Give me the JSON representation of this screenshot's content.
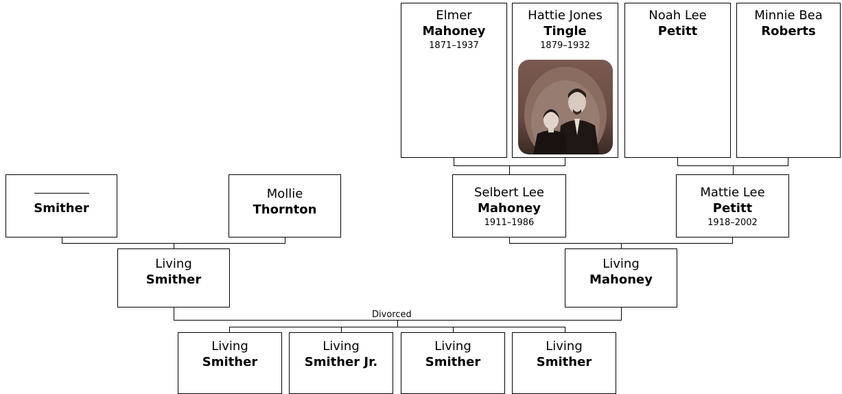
{
  "people": {
    "elmer": {
      "given": "Elmer",
      "surname": "Mahoney",
      "dates": "1871–1937"
    },
    "hattie": {
      "given": "Hattie Jones",
      "surname": "Tingle",
      "dates": "1879–1932"
    },
    "noah": {
      "given": "Noah Lee",
      "surname": "Petitt"
    },
    "minnie": {
      "given": "Minnie Bea",
      "surname": "Roberts"
    },
    "smither_gf": {
      "given": "",
      "surname": "Smither"
    },
    "mollie": {
      "given": "Mollie",
      "surname": "Thornton"
    },
    "selbert": {
      "given": "Selbert Lee",
      "surname": "Mahoney",
      "dates": "1911–1986"
    },
    "mattie": {
      "given": "Mattie Lee",
      "surname": "Petitt",
      "dates": "1918–2002"
    },
    "father": {
      "given": "Living",
      "surname": "Smither"
    },
    "mother": {
      "given": "Living",
      "surname": "Mahoney"
    },
    "child1": {
      "given": "Living",
      "surname": "Smither"
    },
    "child2": {
      "given": "Living",
      "surname": "Smither Jr."
    },
    "child3": {
      "given": "Living",
      "surname": "Smither"
    },
    "child4": {
      "given": "Living",
      "surname": "Smither"
    }
  },
  "relationship_label": "Divorced"
}
